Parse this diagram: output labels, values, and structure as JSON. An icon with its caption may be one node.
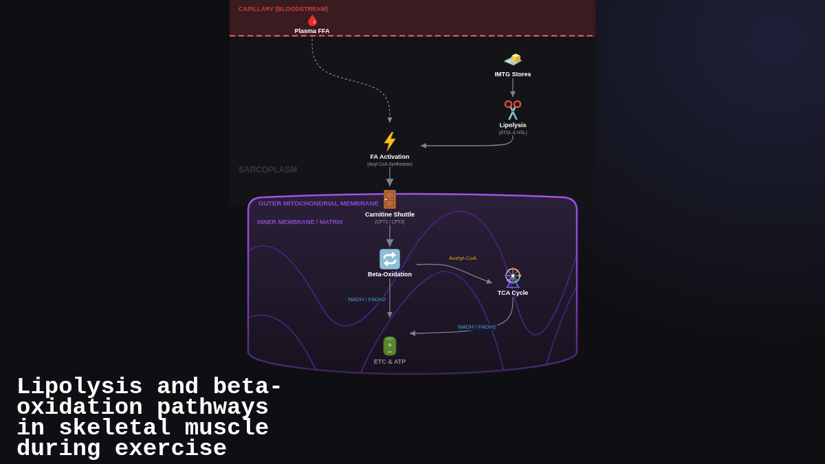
{
  "diagram": {
    "title": "Lipolysis and beta-oxidation pathways in skeletal muscle during exercise",
    "nodes": [
      {
        "text": [
          "CAPILLARY (BLOODSTREAM)"
        ]
      },
      {
        "text": [
          "Plasma FFA"
        ],
        "in": 0
      },
      {
        "text": [
          "SARCOPLASM"
        ]
      },
      {
        "text": [
          "IMTG Stores"
        ],
        "in": 2
      },
      {
        "text": [
          "Lipolysis",
          "(ATGL & HSL)"
        ],
        "in": 2
      },
      {
        "text": [
          "FA Activation",
          "(Acyl-CoA Synthetase)"
        ],
        "in": 2
      },
      {
        "text": [
          "OUTER MITOCHONDRIAL MEMBRANE",
          "INNER MEMBRANE / MATRIX"
        ]
      },
      {
        "text": [
          "Carnitine Shuttle",
          "(CPT1 / CPT2)"
        ]
      },
      {
        "text": [
          "Beta-Oxidation"
        ],
        "in": 6
      },
      {
        "text": [
          "TCA Cycle"
        ],
        "in": 6
      },
      {
        "text": [
          "ETC & ATP"
        ],
        "in": 6
      }
    ],
    "edges": [
      {
        "from": 1,
        "to": 5,
        "arrow": "to",
        "style": "dashed"
      },
      {
        "from": 3,
        "to": 4,
        "arrow": "to"
      },
      {
        "from": 4,
        "to": 5,
        "arrow": "to"
      },
      {
        "from": 5,
        "to": 7,
        "arrow": "to"
      },
      {
        "from": 7,
        "to": 8,
        "arrow": "to"
      },
      {
        "from": 8,
        "to": 9,
        "arrow": "to",
        "label": "Acetyl-CoA"
      },
      {
        "from": 8,
        "to": 10,
        "arrow": "to",
        "label": "NADH / FADH2"
      },
      {
        "from": 9,
        "to": 10,
        "arrow": "to",
        "label": "NADH / FADH2"
      }
    ]
  }
}
